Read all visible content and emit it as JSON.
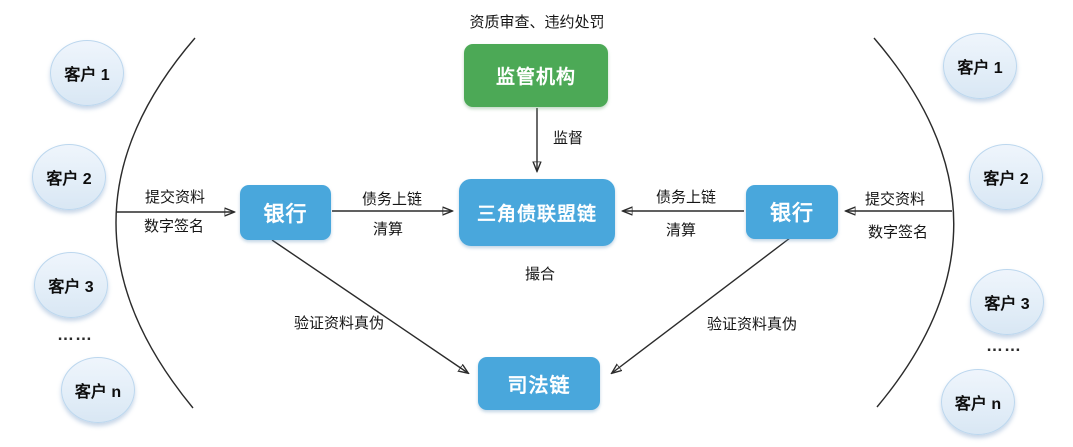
{
  "nodes": {
    "regulator": {
      "label": "监管机构"
    },
    "alliance_chain": {
      "label": "三角债联盟链"
    },
    "bank_left": {
      "label": "银行"
    },
    "bank_right": {
      "label": "银行"
    },
    "judicial_chain": {
      "label": "司法链"
    }
  },
  "customers": {
    "left": [
      "客户 1",
      "客户 2",
      "客户 3",
      "客户 n"
    ],
    "right": [
      "客户 1",
      "客户 2",
      "客户 3",
      "客户 n"
    ],
    "ellipsis": "……"
  },
  "edge_labels": {
    "qualification": "资质审查、违约处罚",
    "supervise": "监督",
    "submit_left": "提交资料",
    "sign_left": "数字签名",
    "debt_left": "债务上链",
    "clear_left": "清算",
    "debt_right": "债务上链",
    "clear_right": "清算",
    "submit_right": "提交资料",
    "sign_right": "数字签名",
    "match": "撮合",
    "verify_left": "验证资料真伪",
    "verify_right": "验证资料真伪"
  },
  "colors": {
    "node_blue": "#49A7DC",
    "node_green": "#4CA956",
    "ellipse_border": "#BCD7EE",
    "line": "#2B2B2B"
  }
}
